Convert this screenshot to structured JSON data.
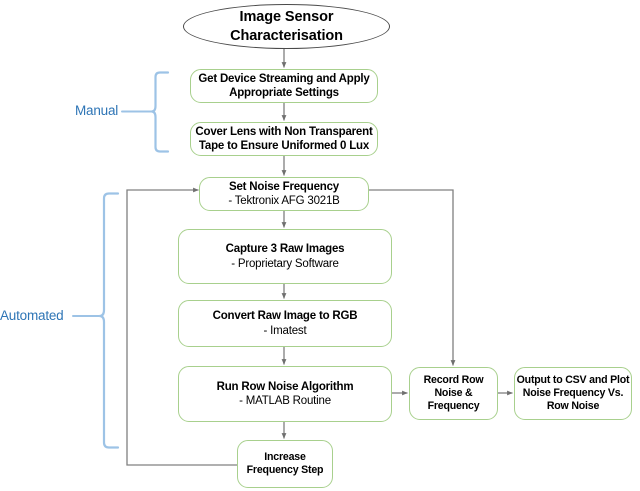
{
  "diagram": {
    "title_node": {
      "label": "Image Sensor\nCharacterisation",
      "line1": "Image Sensor",
      "line2": "Characterisation"
    },
    "groups": [
      {
        "name": "manual-group",
        "label": "Manual"
      },
      {
        "name": "automated-group",
        "label": "Automated"
      }
    ],
    "nodes": [
      {
        "id": "get-device-streaming",
        "title_line1": "Get Device Streaming and Apply",
        "title_line2": "Appropriate Settings",
        "sub": ""
      },
      {
        "id": "cover-lens",
        "title_line1": "Cover Lens with Non Transparent",
        "title_line2": "Tape to Ensure Uniformed 0 Lux",
        "sub": ""
      },
      {
        "id": "set-noise-frequency",
        "title_line1": "Set Noise Frequency",
        "title_line2": "",
        "sub": "- Tektronix AFG 3021B"
      },
      {
        "id": "capture-raw-images",
        "title_line1": "Capture 3 Raw Images",
        "title_line2": "",
        "sub": "- Proprietary Software"
      },
      {
        "id": "convert-raw-to-rgb",
        "title_line1": "Convert Raw Image to RGB",
        "title_line2": "",
        "sub": "- Imatest"
      },
      {
        "id": "run-row-noise-algorithm",
        "title_line1": "Run Row Noise Algorithm",
        "title_line2": "",
        "sub": "- MATLAB Routine"
      },
      {
        "id": "record-row-noise",
        "title_line1": "Record Row",
        "title_line2": "Noise &",
        "title_line3": "Frequency",
        "sub": ""
      },
      {
        "id": "output-csv-plot",
        "title_line1": "Output to CSV and Plot",
        "title_line2": "Noise Frequency Vs.",
        "title_line3": "Row Noise",
        "sub": ""
      },
      {
        "id": "increase-frequency-step",
        "title_line1": "Increase",
        "title_line2": "Frequency Step",
        "sub": ""
      }
    ],
    "colors": {
      "node_border": "#a8d08d",
      "terminator_border": "#4a4a4a",
      "connector": "#808080",
      "group_label": "#2e75b6",
      "brace": "#9dc3e6",
      "background": "#ffffff"
    }
  }
}
